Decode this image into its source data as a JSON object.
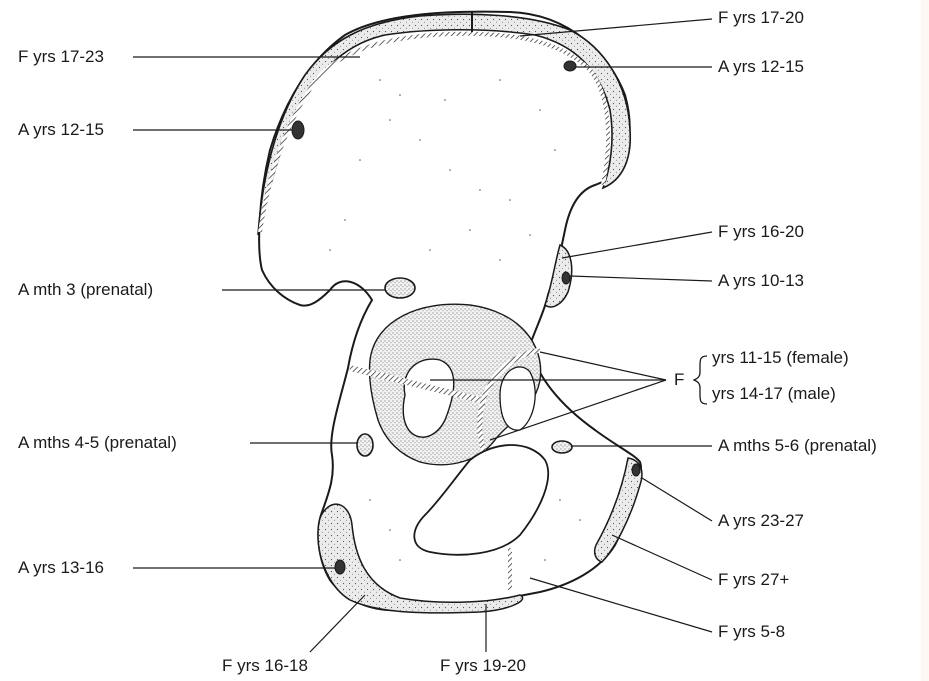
{
  "labels": {
    "crest_fusion_right": "F yrs 17-20",
    "crest_fusion_left": "F yrs 17-23",
    "ant_crest_appear_right": "A yrs 12-15",
    "post_crest_appear_left": "A yrs 12-15",
    "aiis_fusion": "F yrs 16-20",
    "aiis_appear": "A yrs 10-13",
    "ilium_center": "A mth 3 (prenatal)",
    "triradiate_letter": "F",
    "triradiate_female": "yrs 11-15 (female)",
    "triradiate_male": "yrs 14-17 (male)",
    "ischium_center": "A mths 4-5 (prenatal)",
    "pubis_center": "A mths 5-6 (prenatal)",
    "symphysis_appear": "A yrs 23-27",
    "symphysis_fusion": "F yrs 27+",
    "ischial_tuber_appear": "A yrs 13-16",
    "ischiopubic_fusion": "F yrs 5-8",
    "ischial_tuber_fusion": "F yrs 16-18",
    "ramus_fusion": "F yrs 19-20"
  },
  "colors": {
    "ink": "#1a1a1a",
    "bone": "#ffffff",
    "epiphysis": "#e6e6e6",
    "background_strip": "#fbf9f2"
  }
}
